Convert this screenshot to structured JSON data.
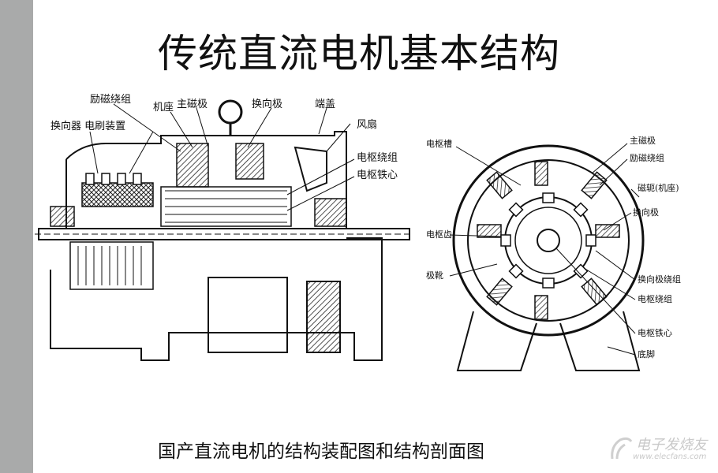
{
  "title": "传统直流电机基本结构",
  "caption": "国产直流电机的结构装配图和结构剖面图",
  "assembly_labels": {
    "field_winding": "励磁绕组",
    "frame": "机座",
    "main_pole": "主磁极",
    "commutating_pole": "换向极",
    "end_cover": "端盖",
    "commutator_brush": "换向器 电刷装置",
    "fan": "风扇",
    "armature_winding": "电枢绕组",
    "armature_core": "电枢铁心"
  },
  "section_labels": {
    "armature_slot": "电枢槽",
    "main_pole": "主磁极",
    "field_winding": "励磁绕组",
    "yoke": "磁轭(机座)",
    "commutating_pole": "换向极",
    "armature_tooth": "电枢齿",
    "pole_shoe": "极靴",
    "commutating_winding": "换向极绕组",
    "armature_winding": "电枢绕组",
    "armature_core": "电枢铁心",
    "base": "底脚"
  },
  "watermark": {
    "name": "电子发烧友",
    "url": "www.elecfans.com"
  }
}
